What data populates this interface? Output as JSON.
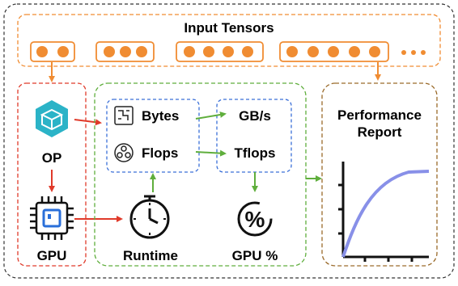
{
  "input": {
    "title": "Input Tensors",
    "ellipsis": "•••",
    "groups": [
      2,
      3,
      4,
      5
    ]
  },
  "op": {
    "label": "OP",
    "icon": "cube-network-icon"
  },
  "gpu": {
    "label": "GPU",
    "icon": "chip-icon"
  },
  "metrics": {
    "bytes": "Bytes",
    "flops": "Flops",
    "bandwidth": "GB/s",
    "throughput": "Tflops",
    "runtime": "Runtime",
    "gpu_util": "GPU %"
  },
  "report": {
    "title_line1": "Performance",
    "title_line2": "Report"
  },
  "colors": {
    "orange": "#f08c32",
    "red": "#e03a2a",
    "green": "#5fae3c",
    "blue": "#3a6fd8",
    "brown": "#9a6a2a",
    "teal": "#2bb3c7",
    "curve": "#8890e8",
    "chip_blue": "#2a6fd9"
  }
}
